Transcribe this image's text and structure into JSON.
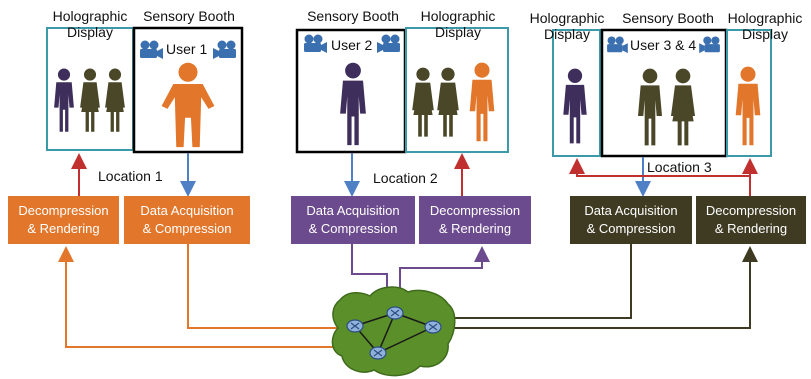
{
  "location1": {
    "display_label_line1": "Holographic",
    "display_label_line2": "Display",
    "booth_label": "Sensory Booth",
    "user_label": "User 1",
    "location_label": "Location 1",
    "box_left_line1": "Decompression",
    "box_left_line2": "& Rendering",
    "box_right_line1": "Data Acquisition",
    "box_right_line2": "& Compression"
  },
  "location2": {
    "booth_label": "Sensory Booth",
    "display_label_line1": "Holographic",
    "display_label_line2": "Display",
    "user_label": "User 2",
    "location_label": "Location 2",
    "box_left_line1": "Data Acquisition",
    "box_left_line2": "& Compression",
    "box_right_line1": "Decompression",
    "box_right_line2": "& Rendering"
  },
  "location3": {
    "display_left_line1": "Holographic",
    "display_left_line2": "Display",
    "booth_label": "Sensory Booth",
    "display_right_line1": "Holographic",
    "display_right_line2": "Display",
    "user_label": "User 3 & 4",
    "location_label": "Location 3",
    "box_left_line1": "Data Acquisition",
    "box_left_line2": "& Compression",
    "box_right_line1": "Decompression",
    "box_right_line2": "& Rendering"
  },
  "colors": {
    "orange": "#e2762a",
    "purple": "#6b4a8d",
    "olive": "#3f3b22",
    "teal_frame": "#3a9aa8",
    "arrow_red": "#c0302e",
    "arrow_blue": "#4f7fc4",
    "network_green": "#5a8f2a"
  },
  "icons": [
    "camera-icon",
    "person-icon",
    "router-icon",
    "network-cloud-icon"
  ]
}
